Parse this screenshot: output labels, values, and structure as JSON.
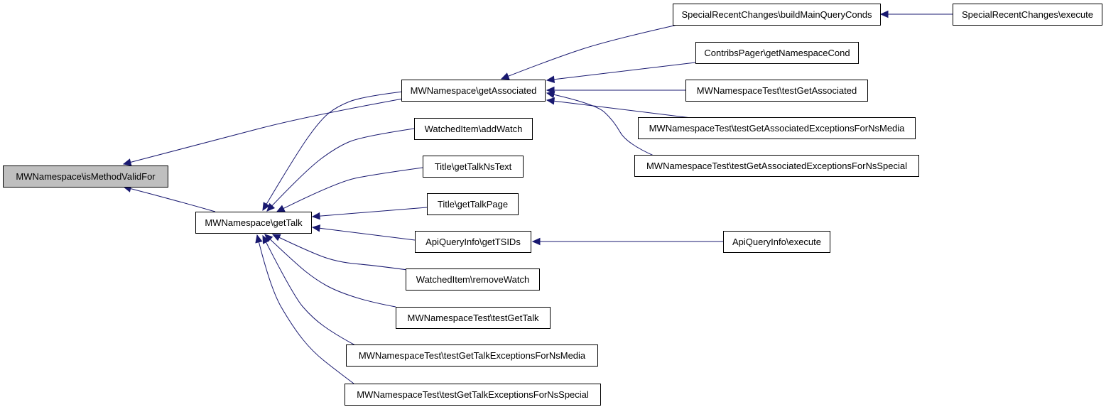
{
  "nodes": {
    "isMethodValidFor": "MWNamespace\\isMethodValidFor",
    "getAssociated": "MWNamespace\\getAssociated",
    "getTalk": "MWNamespace\\getTalk",
    "buildMainQueryConds": "SpecialRecentChanges\\buildMainQueryConds",
    "srcExecute": "SpecialRecentChanges\\execute",
    "getNamespaceCond": "ContribsPager\\getNamespaceCond",
    "testGetAssociated": "MWNamespaceTest\\testGetAssociated",
    "testGetAssociatedMedia": "MWNamespaceTest\\testGetAssociatedExceptionsForNsMedia",
    "testGetAssociatedSpecial": "MWNamespaceTest\\testGetAssociatedExceptionsForNsSpecial",
    "addWatch": "WatchedItem\\addWatch",
    "getTalkNsText": "Title\\getTalkNsText",
    "getTalkPage": "Title\\getTalkPage",
    "getTSIDs": "ApiQueryInfo\\getTSIDs",
    "aqiExecute": "ApiQueryInfo\\execute",
    "removeWatch": "WatchedItem\\removeWatch",
    "testGetTalk": "MWNamespaceTest\\testGetTalk",
    "testGetTalkMedia": "MWNamespaceTest\\testGetTalkExceptionsForNsMedia",
    "testGetTalkSpecial": "MWNamespaceTest\\testGetTalkExceptionsForNsSpecial"
  },
  "current_node": "isMethodValidFor",
  "edges": [
    [
      "getAssociated",
      "isMethodValidFor"
    ],
    [
      "getTalk",
      "isMethodValidFor"
    ],
    [
      "buildMainQueryConds",
      "getAssociated"
    ],
    [
      "getNamespaceCond",
      "getAssociated"
    ],
    [
      "testGetAssociated",
      "getAssociated"
    ],
    [
      "testGetAssociatedMedia",
      "getAssociated"
    ],
    [
      "testGetAssociatedSpecial",
      "getAssociated"
    ],
    [
      "srcExecute",
      "buildMainQueryConds"
    ],
    [
      "getAssociated",
      "getTalk"
    ],
    [
      "addWatch",
      "getTalk"
    ],
    [
      "getTalkNsText",
      "getTalk"
    ],
    [
      "getTalkPage",
      "getTalk"
    ],
    [
      "getTSIDs",
      "getTalk"
    ],
    [
      "removeWatch",
      "getTalk"
    ],
    [
      "testGetTalk",
      "getTalk"
    ],
    [
      "testGetTalkMedia",
      "getTalk"
    ],
    [
      "testGetTalkSpecial",
      "getTalk"
    ],
    [
      "aqiExecute",
      "getTSIDs"
    ]
  ],
  "colors": {
    "edge": "#191970",
    "current_fill": "#bfbfbf",
    "node_fill": "#ffffff",
    "border": "#000000"
  }
}
